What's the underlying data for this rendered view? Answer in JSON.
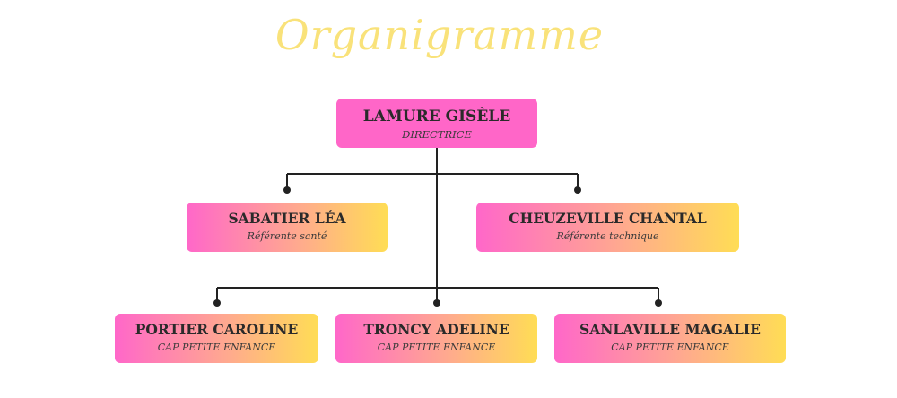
{
  "title": "Organigramme",
  "nodes": {
    "director": {
      "name": "LAMURE GISÈLE",
      "role": "DIRECTRICE"
    },
    "sabatier": {
      "name": "SABATIER LÉA",
      "role": "Référente santé"
    },
    "cheuzeville": {
      "name": "CHEUZEVILLE CHANTAL",
      "role": "Référente technique"
    },
    "portier": {
      "name": "PORTIER CAROLINE",
      "role": "CAP PETITE ENFANCE"
    },
    "troncy": {
      "name": "TRONCY ADELINE",
      "role": "CAP PETITE ENFANCE"
    },
    "sanlaville": {
      "name": "SANLAVILLE MAGALIE",
      "role": "CAP PETITE ENFANCE"
    }
  },
  "colors": {
    "title": "#f9e27a",
    "director_box": "#ff66c8",
    "gradient_start": "#ff67c9",
    "gradient_end": "#ffdd55",
    "connector": "#222222"
  }
}
